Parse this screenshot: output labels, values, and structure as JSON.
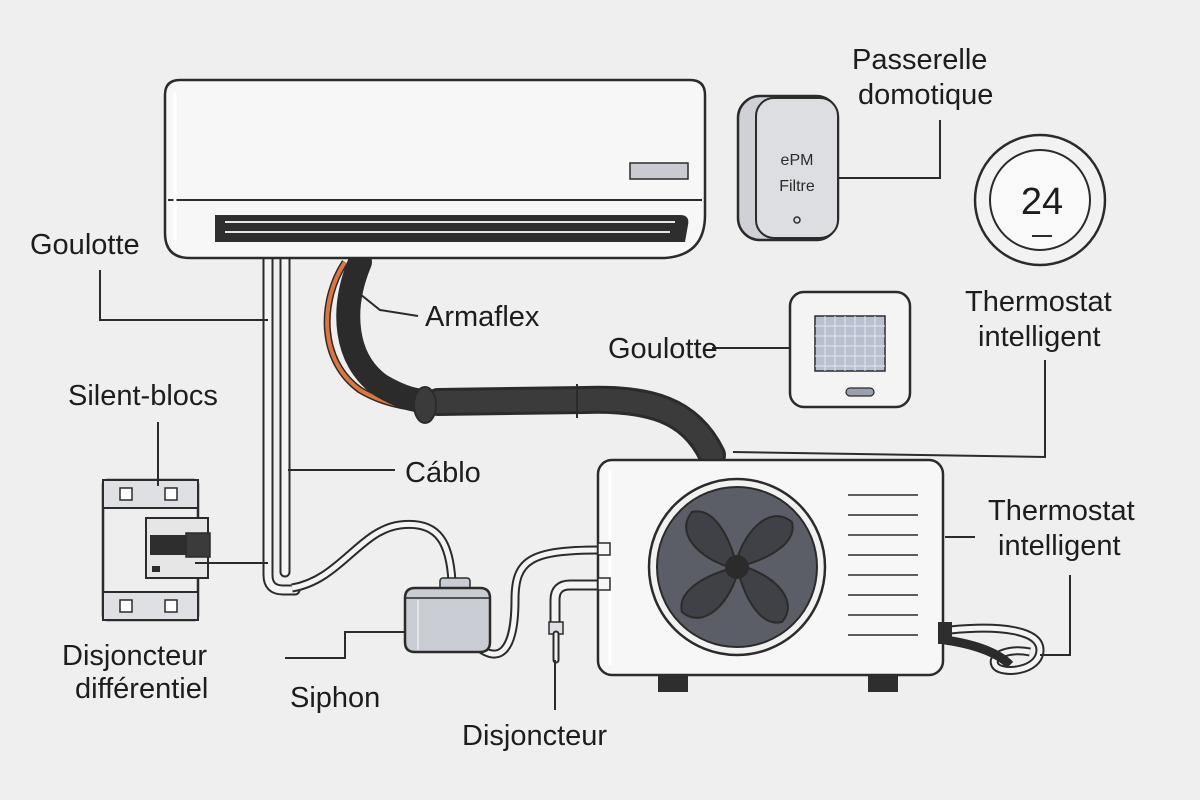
{
  "labels": {
    "goulotte_left": "Goulotte",
    "armaflex": "Armaflex",
    "silent_blocs": "Silent-blocs",
    "cablo": "Cáblo",
    "disjoncteur_diff_line1": "Disjoncteur",
    "disjoncteur_diff_line2": "différentiel",
    "siphon": "Siphon",
    "disjoncteur": "Disjoncteur",
    "passerelle_line1": "Passerelle",
    "passerelle_line2": "domotique",
    "thermostat_top_line1": "Thermostat",
    "thermostat_top_line2": "intelligent",
    "goulotte_right": "Goulotte",
    "thermostat_bottom_line1": "Thermostat",
    "thermostat_bottom_line2": "intelligent"
  },
  "devices": {
    "gateway_line1": "ePM",
    "gateway_line2": "Filtre",
    "thermostat_display": "24"
  },
  "colors": {
    "background": "#efefef",
    "insulation": "#2e2e2e",
    "copper_pipe": "#e0743a",
    "unit_body": "#f7f7f7",
    "fan_blade": "#4a4c52"
  }
}
